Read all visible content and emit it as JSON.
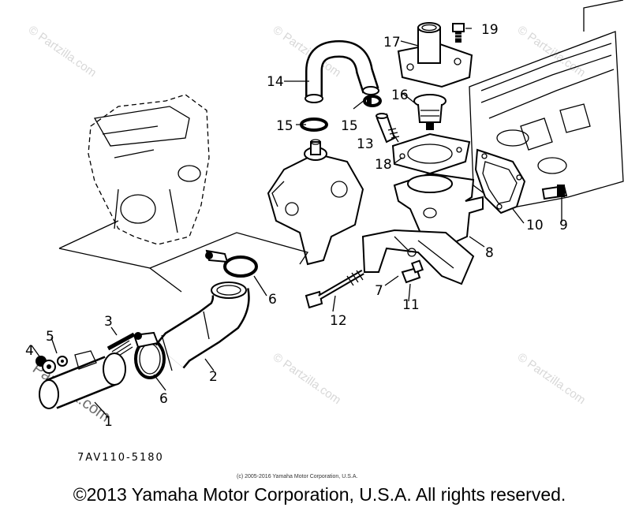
{
  "diagram": {
    "catalog_code": "7AV110-5180",
    "small_copyright": "(c) 2005-2016 Yamaha Motor Corporation, U.S.A.",
    "copyright": "©2013 Yamaha Motor Corporation, U.S.A. All rights reserved.",
    "watermark_text": "© Partzilla.com",
    "watermark_big": "Partzilla.com",
    "callouts": [
      {
        "id": "1",
        "label": "1"
      },
      {
        "id": "2",
        "label": "2"
      },
      {
        "id": "3",
        "label": "3"
      },
      {
        "id": "4",
        "label": "4"
      },
      {
        "id": "5",
        "label": "5"
      },
      {
        "id": "6a",
        "label": "6"
      },
      {
        "id": "6b",
        "label": "6"
      },
      {
        "id": "7",
        "label": "7"
      },
      {
        "id": "8",
        "label": "8"
      },
      {
        "id": "9",
        "label": "9"
      },
      {
        "id": "10",
        "label": "10"
      },
      {
        "id": "11",
        "label": "11"
      },
      {
        "id": "12",
        "label": "12"
      },
      {
        "id": "13",
        "label": "13"
      },
      {
        "id": "14",
        "label": "14"
      },
      {
        "id": "15a",
        "label": "15"
      },
      {
        "id": "15b",
        "label": "15"
      },
      {
        "id": "16",
        "label": "16"
      },
      {
        "id": "17",
        "label": "17"
      },
      {
        "id": "18",
        "label": "18"
      },
      {
        "id": "19",
        "label": "19"
      }
    ]
  }
}
